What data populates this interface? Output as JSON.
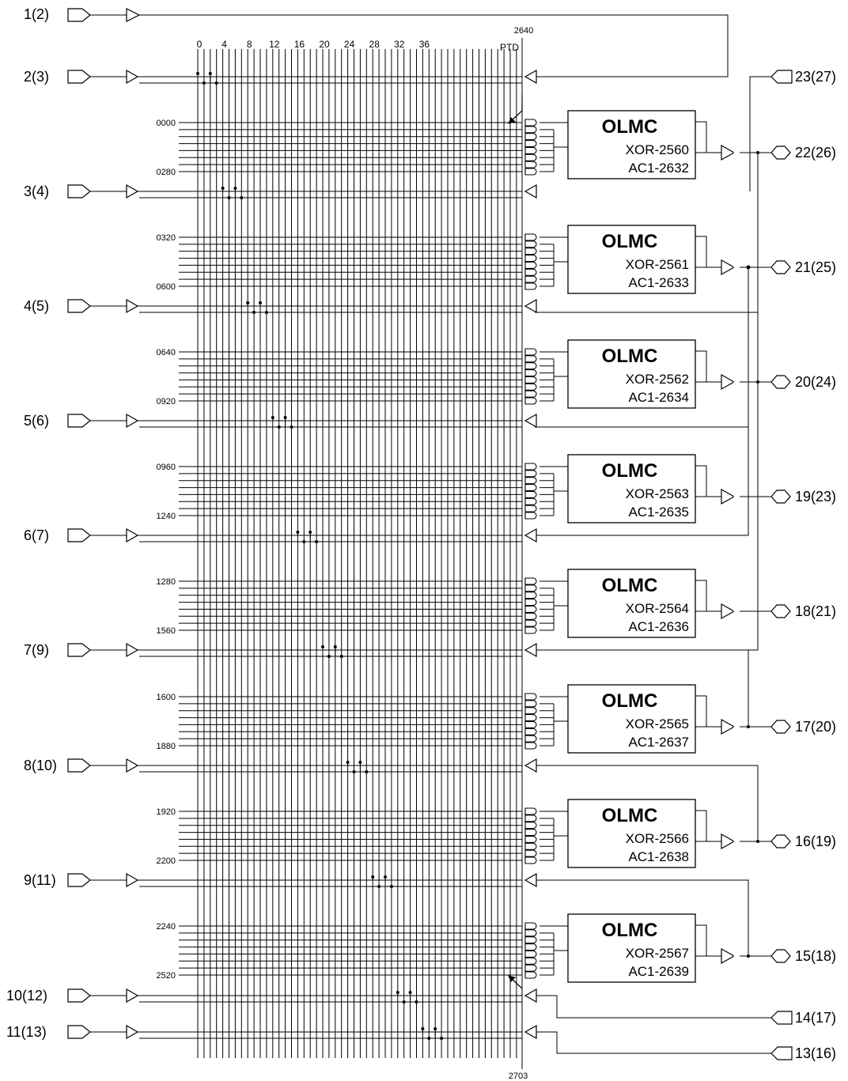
{
  "column_numbers": [
    "0",
    "4",
    "8",
    "12",
    "16",
    "20",
    "24",
    "28",
    "32",
    "36"
  ],
  "ptd_label": "PTD",
  "fuse_top": "2640",
  "fuse_bottom": "2703",
  "top_input": {
    "label": "1(2)"
  },
  "inputs": [
    {
      "label": "2(3)"
    },
    {
      "label": "3(4)"
    },
    {
      "label": "4(5)"
    },
    {
      "label": "5(6)"
    },
    {
      "label": "6(7)"
    },
    {
      "label": "7(9)"
    },
    {
      "label": "8(10)"
    },
    {
      "label": "9(11)"
    },
    {
      "label": "10(12)"
    },
    {
      "label": "11(13)"
    }
  ],
  "olmcs": [
    {
      "title": "OLMC",
      "xor": "XOR-2560",
      "ac1": "AC1-2632",
      "row_start": "0000",
      "row_end": "0280",
      "output": "22(26)"
    },
    {
      "title": "OLMC",
      "xor": "XOR-2561",
      "ac1": "AC1-2633",
      "row_start": "0320",
      "row_end": "0600",
      "output": "21(25)"
    },
    {
      "title": "OLMC",
      "xor": "XOR-2562",
      "ac1": "AC1-2634",
      "row_start": "0640",
      "row_end": "0920",
      "output": "20(24)"
    },
    {
      "title": "OLMC",
      "xor": "XOR-2563",
      "ac1": "AC1-2635",
      "row_start": "0960",
      "row_end": "1240",
      "output": "19(23)"
    },
    {
      "title": "OLMC",
      "xor": "XOR-2564",
      "ac1": "AC1-2636",
      "row_start": "1280",
      "row_end": "1560",
      "output": "18(21)"
    },
    {
      "title": "OLMC",
      "xor": "XOR-2565",
      "ac1": "AC1-2637",
      "row_start": "1600",
      "row_end": "1880",
      "output": "17(20)"
    },
    {
      "title": "OLMC",
      "xor": "XOR-2566",
      "ac1": "AC1-2638",
      "row_start": "1920",
      "row_end": "2200",
      "output": "16(19)"
    },
    {
      "title": "OLMC",
      "xor": "XOR-2567",
      "ac1": "AC1-2639",
      "row_start": "2240",
      "row_end": "2520",
      "output": "15(18)"
    }
  ],
  "extra_pins": [
    {
      "label": "23(27)"
    },
    {
      "label": "14(17)"
    },
    {
      "label": "13(16)"
    }
  ]
}
